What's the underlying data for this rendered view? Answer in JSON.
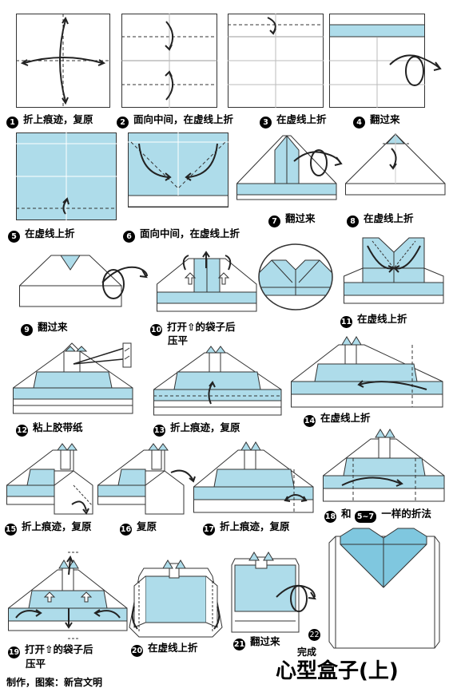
{
  "colors": {
    "blue": "#aedcea",
    "bluedark": "#7fc7df",
    "line": "#333333"
  },
  "steps": [
    {
      "num": "1",
      "text": "折上痕迹，复原"
    },
    {
      "num": "2",
      "text": "面向中间，在虚线上折"
    },
    {
      "num": "3",
      "text": "在虚线上折"
    },
    {
      "num": "4",
      "text": "翻过来"
    },
    {
      "num": "5",
      "text": "在虚线上折"
    },
    {
      "num": "6",
      "text": "面向中间，在虚线上折"
    },
    {
      "num": "7",
      "text": "翻过来"
    },
    {
      "num": "8",
      "text": "在虚线上折"
    },
    {
      "num": "9",
      "text": "翻过来"
    },
    {
      "num": "10",
      "text": "打开⇧的袋子后"
    },
    {
      "num": "11",
      "text": "在虚线上折"
    },
    {
      "num": "12",
      "text": "粘上胶带纸"
    },
    {
      "num": "13",
      "text": "折上痕迹，复原"
    },
    {
      "num": "14",
      "text": "在虚线上折"
    },
    {
      "num": "15",
      "text": "折上痕迹，复原"
    },
    {
      "num": "16",
      "text": "复原"
    },
    {
      "num": "17",
      "text": "折上痕迹，复原"
    },
    {
      "num": "18",
      "text": "和"
    },
    {
      "num": "19",
      "text": "打开⇧的袋子后"
    },
    {
      "num": "20",
      "text": "在虚线上折"
    },
    {
      "num": "21",
      "text": "翻过来"
    },
    {
      "num": "22",
      "text": ""
    }
  ],
  "step10_line2": "压平",
  "step18_rest": "一样的折法",
  "step18_range": "5~7",
  "step19_line2": "压平",
  "done_label": "完成",
  "title": "心型盒子(上)",
  "credit": "制作，图案：新宫文明"
}
